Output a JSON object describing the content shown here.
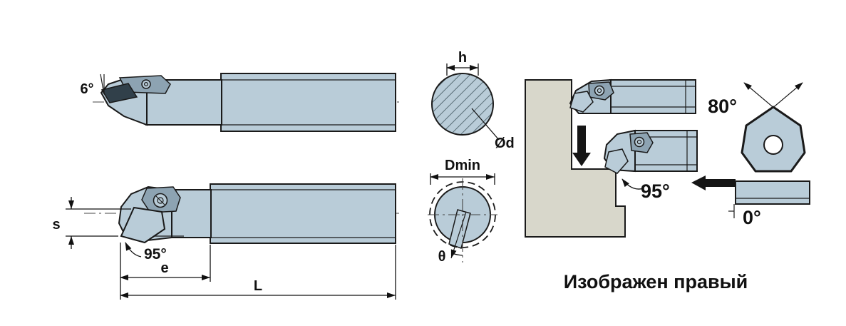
{
  "caption": "Изображен правый",
  "labels": {
    "rake_angle": "6°",
    "shank_height": "h",
    "bar_diameter": "Ød",
    "min_bore_diameter": "Dmin",
    "insert_inclination": "θ",
    "insert_thickness": "s",
    "approach_angle_left": "95°",
    "head_length": "e",
    "overall_length": "L",
    "approach_angle_right": "95°",
    "insert_point_angle": "80°",
    "insert_clearance_angle": "0°"
  },
  "colors": {
    "tool_fill": "#b9ccd8",
    "clamp_fill": "#8da3b2",
    "insert_dark": "#31404a",
    "workpiece_fill": "#d8d7cb",
    "line": "#1a1a1a"
  }
}
